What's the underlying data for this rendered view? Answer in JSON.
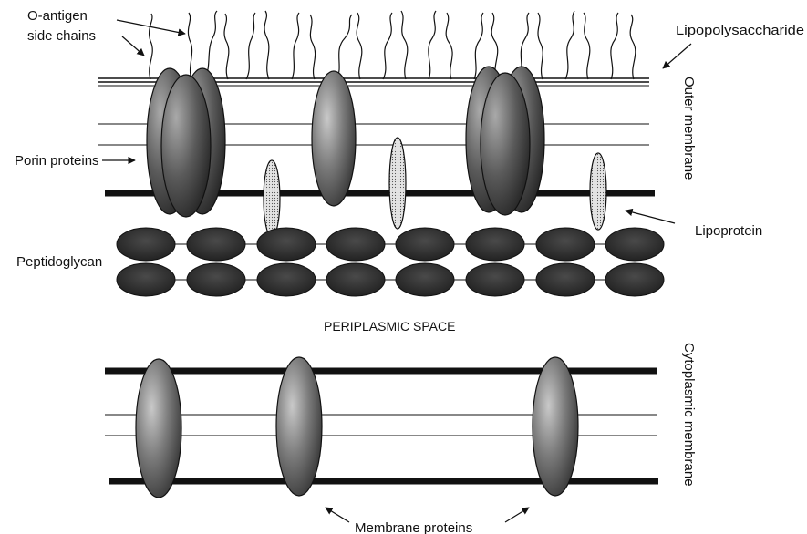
{
  "labels": {
    "o_antigen_line1": "O-antigen",
    "o_antigen_line2": "side chains",
    "lipopolysaccharide": "Lipopolysaccharide",
    "outer_membrane": "Outer membrane",
    "porin_proteins": "Porin proteins",
    "lipoprotein": "Lipoprotein",
    "peptidoglycan": "Peptidoglycan",
    "periplasmic_space": "PERIPLASMIC SPACE",
    "cytoplasmic_membrane": "Cytoplasmic membrane",
    "membrane_proteins": "Membrane proteins"
  },
  "colors": {
    "protein_dark": "#2c2c2c",
    "protein_mid": "#7a7a7a",
    "protein_light": "#bdbdbd",
    "lipoprotein_fill": "#d8d8d8",
    "line": "#111111"
  }
}
